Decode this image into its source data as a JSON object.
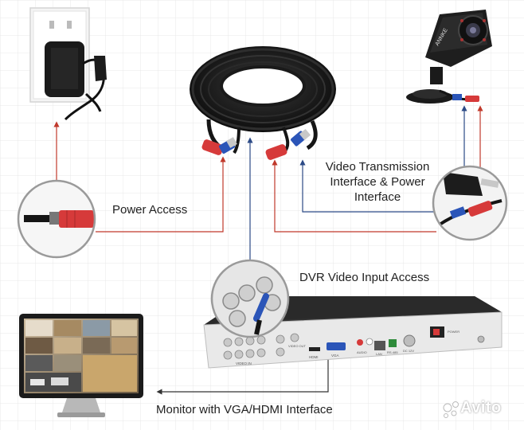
{
  "labels": {
    "power_access": "Power Access",
    "video_line1": "Video Transmission",
    "video_line2": "Interface & Power",
    "video_line3": "Interface",
    "dvr_input": "DVR Video Input Access",
    "monitor": "Monitor with VGA/HDMI Interface"
  },
  "camera_brand": "ANNKE",
  "dvr_port_labels": {
    "video_in": "VIDEO IN",
    "video_out": "VIDEO OUT",
    "hdmi": "HDMI",
    "vga": "VGA",
    "audio": "AUDIO",
    "lan": "LAN",
    "rs485": "RS-485",
    "dc": "DC 12V",
    "power": "POWER"
  },
  "watermark": "Avito",
  "colors": {
    "power_line": "#c0392b",
    "video_line": "#2c4a86",
    "monitor_line": "#333333",
    "plug_red": "#d63a3a",
    "plug_blue": "#2b55b8",
    "cable": "#151515",
    "grid": "#e6e6e6"
  },
  "icons": [
    "wall-outlet-icon",
    "power-adapter-icon",
    "coax-cable-icon",
    "camera-icon",
    "dvr-icon",
    "monitor-icon",
    "bnc-connector-icon"
  ]
}
